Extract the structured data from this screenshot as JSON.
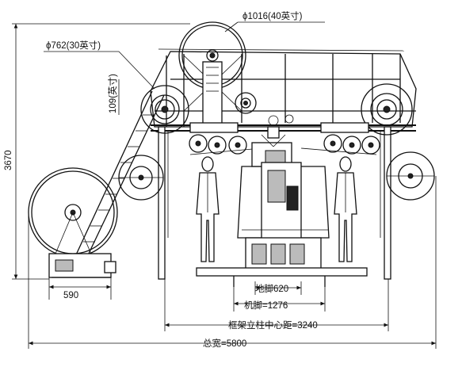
{
  "dimensions": {
    "large_reel": "ϕ1016(40英寸)",
    "small_reel": "ϕ762(30英寸)",
    "reel_offset": "109(英寸)",
    "height": "3670",
    "left_width": "590",
    "foot": "地脚620",
    "machine_foot": "机脚=1276",
    "column_center": "框架立柱中心距=3240",
    "total_width": "总宽=5800"
  }
}
